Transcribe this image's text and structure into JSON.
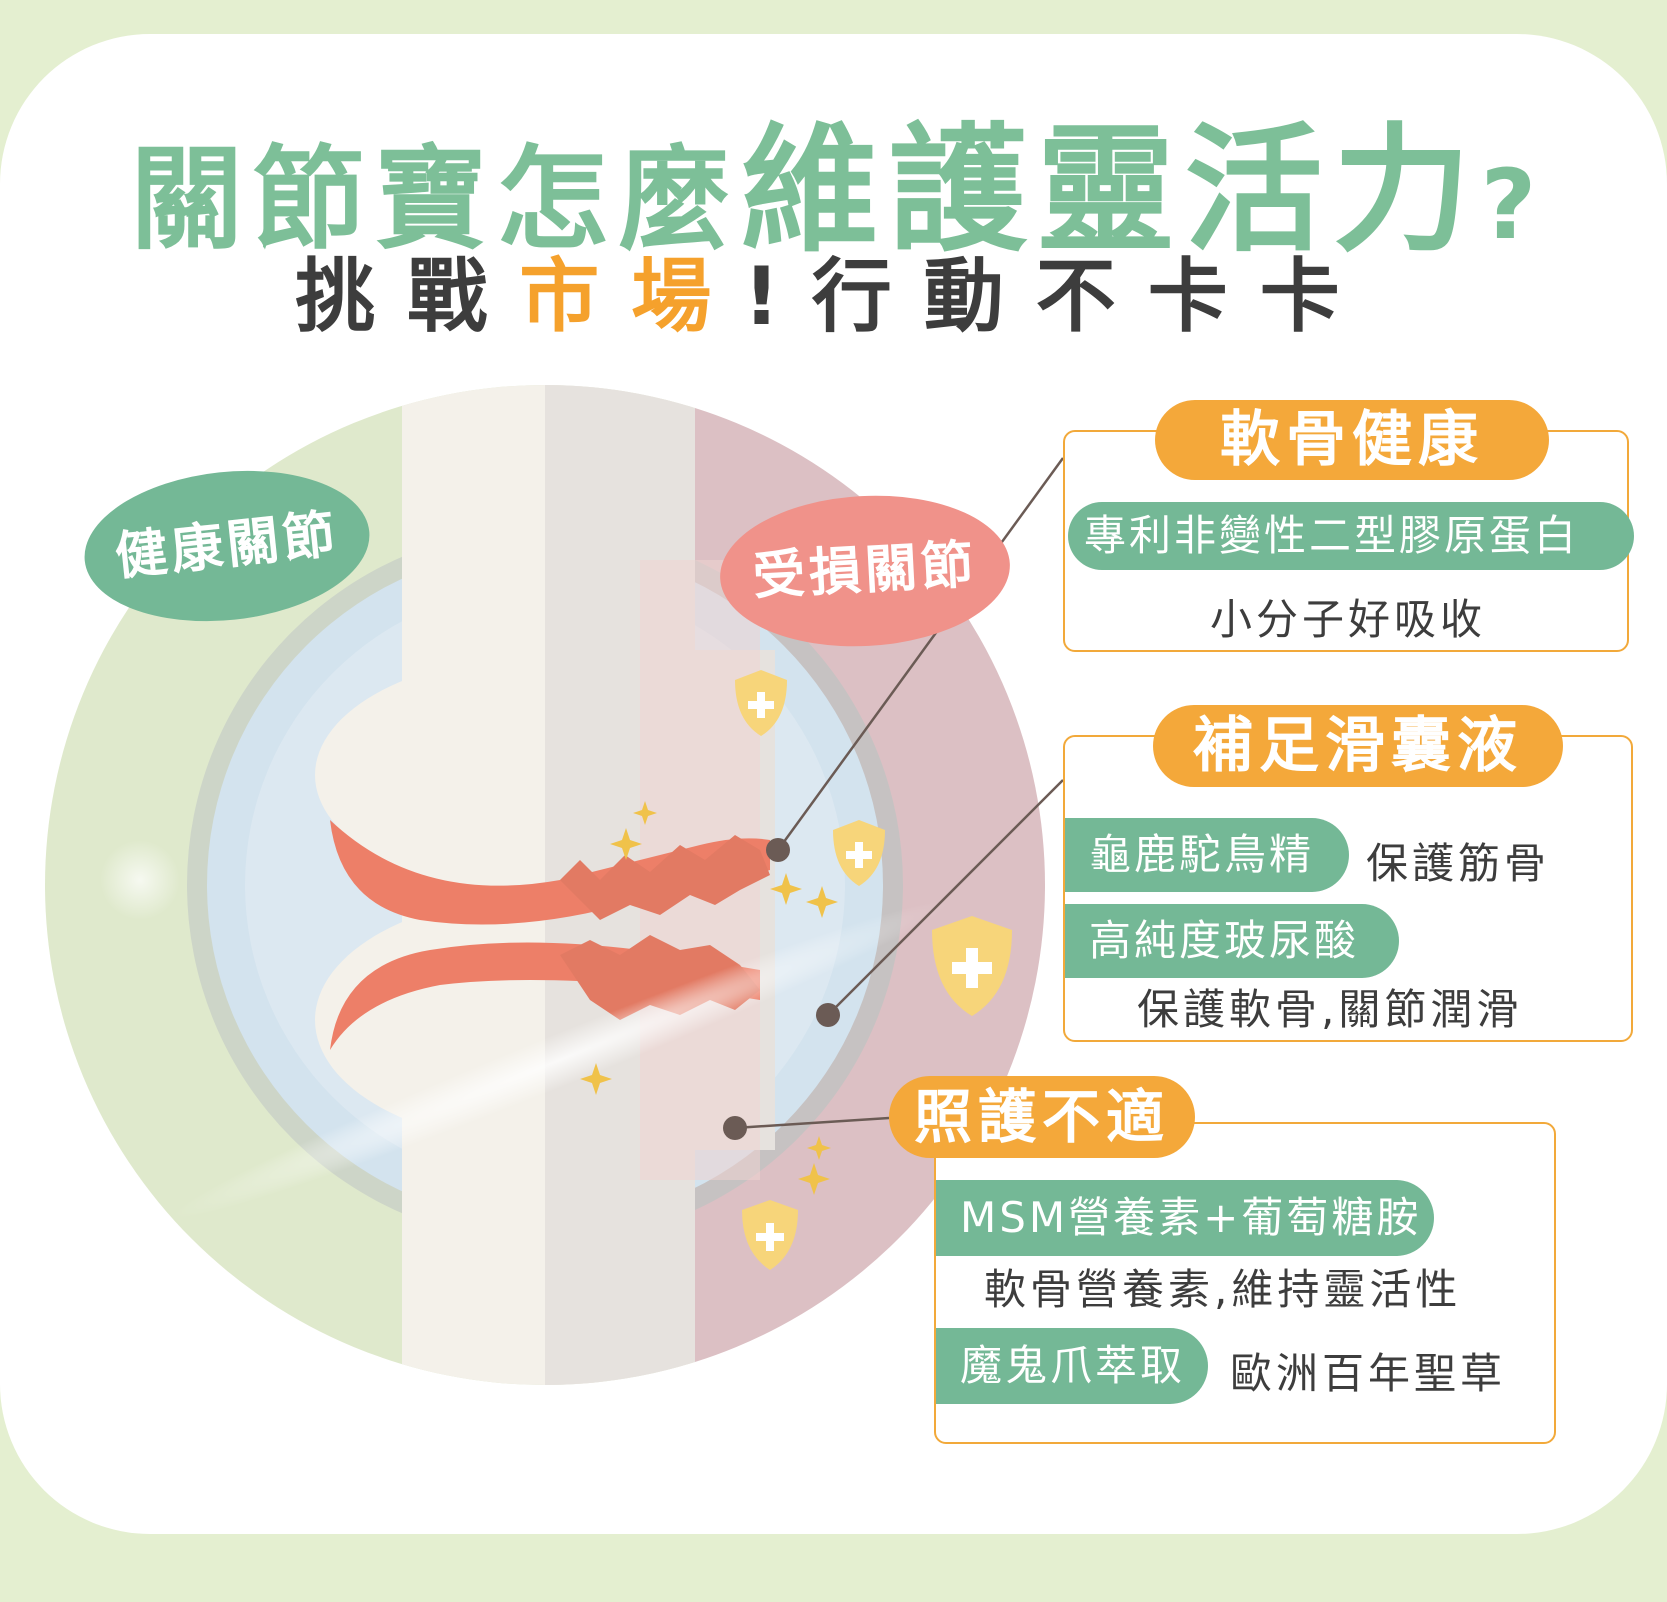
{
  "title": {
    "part1": "關節寶怎麼",
    "part2": "維護靈活力",
    "mark": "?"
  },
  "subtitle": {
    "part1": "挑戰",
    "highlight": "市場",
    "part2": "!行動不卡卡"
  },
  "labels": {
    "healthy": "健康關節",
    "damaged": "受損關節"
  },
  "sections": [
    {
      "heading": "軟骨健康",
      "items": [
        {
          "tag": "專利非變性二型膠原蛋白",
          "desc": "小分子好吸收"
        }
      ]
    },
    {
      "heading": "補足滑囊液",
      "items": [
        {
          "tag": "龜鹿駝鳥精",
          "desc": "保護筋骨"
        },
        {
          "tag": "高純度玻尿酸",
          "desc": "保護軟骨,關節潤滑"
        }
      ]
    },
    {
      "heading": "照護不適",
      "items": [
        {
          "tag": "MSM營養素+葡萄糖胺",
          "desc": "軟骨營養素,維持靈活性"
        },
        {
          "tag": "魔鬼爪萃取",
          "desc": "歐洲百年聖草"
        }
      ]
    }
  ],
  "colors": {
    "title_green": "#7dbf98",
    "accent_orange": "#f5a12c",
    "badge_green": "#74b896",
    "damaged_red": "#f0928a",
    "cartilage_red": "#ed7f68",
    "background_green": "#e4efd0"
  },
  "icons": [
    "shield-plus-icon",
    "sparkle-icon",
    "pointer-dot-icon"
  ]
}
